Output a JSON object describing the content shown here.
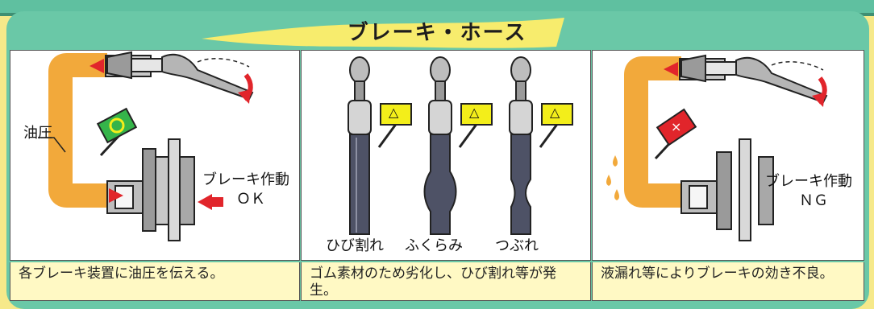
{
  "title": "ブレーキ・ホース",
  "panels": [
    {
      "label_pressure": "油圧",
      "status_line1": "ブレーキ作動",
      "status_line2": "ＯＫ",
      "sign": "○",
      "caption": "各ブレーキ装置に油圧を伝える。"
    },
    {
      "hose_labels": [
        "ひび割れ",
        "ふくらみ",
        "つぶれ"
      ],
      "sign": "△",
      "caption": "ゴム素材のため劣化し、ひび割れ等が発生。"
    },
    {
      "status_line1": "ブレーキ作動",
      "status_line2": "ＮＧ",
      "sign": "×",
      "caption": "液漏れ等によりブレーキの効き不良。"
    }
  ],
  "colors": {
    "panel": "#6ac8a7",
    "banner": "#f7ec6d",
    "oil": "#f2a93b",
    "ok_sign": "#35b44a",
    "warn_sign": "#f3ee1a",
    "ng_sign": "#e1252b",
    "arrow": "#e1252b",
    "hose": "#4e5266"
  }
}
